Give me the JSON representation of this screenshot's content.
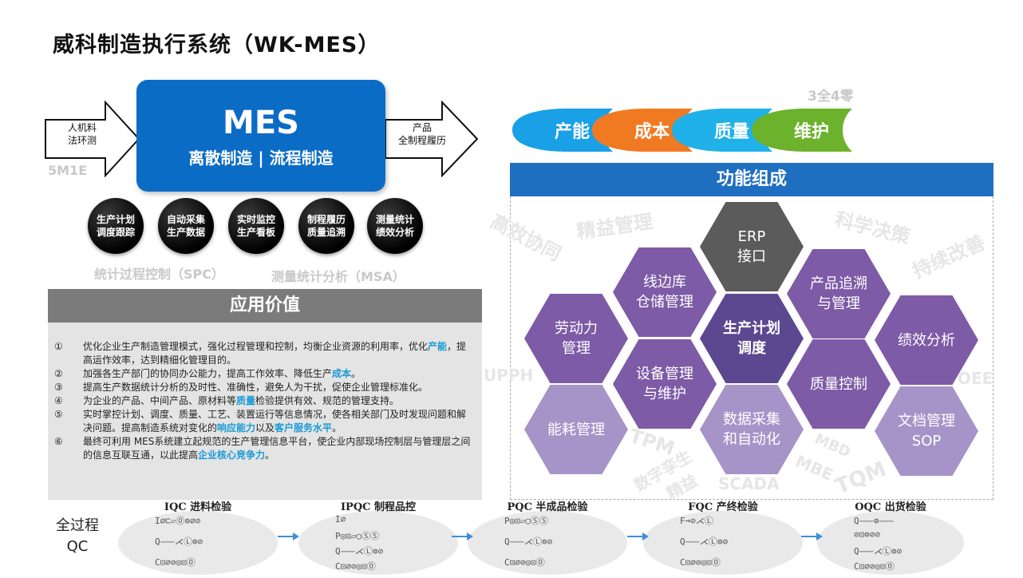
{
  "title": "威科制造执行系统（WK-MES）",
  "mes": {
    "title": "MES",
    "subtitle": "离散制造 | 流程制造",
    "input_arrow": [
      "人机料",
      "法环测"
    ],
    "output_arrow": [
      "产品",
      "全制程履历"
    ],
    "ghost_5m1e": "5M1E"
  },
  "circles": [
    {
      "line1": "生产计划",
      "line2": "调度跟踪"
    },
    {
      "line1": "自动采集",
      "line2": "生产数据"
    },
    {
      "line1": "实时监控",
      "line2": "生产看板"
    },
    {
      "line1": "制程履历",
      "line2": "质量追溯"
    },
    {
      "line1": "测量统计",
      "line2": "绩效分析"
    }
  ],
  "ghost": {
    "spc": "统计过程控制（SPC）",
    "msa": "测量统计分析（MSA）",
    "q3z4": "3全4零"
  },
  "value": {
    "heading": "应用价值",
    "items": [
      {
        "num": "①",
        "parts": [
          "优化企业生产制造管理模式，强化过程管理和控制，均衡企业资源的利用率，优化",
          "产能",
          "，提高运作效率，达到精细化管理目的。"
        ]
      },
      {
        "num": "②",
        "parts": [
          "加强各生产部门的协同办公能力，提高工作效率、降低生产",
          "成本",
          "。"
        ]
      },
      {
        "num": "③",
        "parts": [
          "提高生产数据统计分析的及时性、准确性，避免人为干扰，促使企业管理标准化。"
        ]
      },
      {
        "num": "④",
        "parts": [
          "为企业的产品、中间产品、原材料等",
          "质量",
          "检验提供有效、规范的管理支持。"
        ]
      },
      {
        "num": "⑤",
        "parts": [
          "实时掌控计划、调度、质量、工艺、装置运行等信息情况，使各相关部门及时发现问题和解决问题。提高制造系统对变化的",
          "响应能力",
          "以及",
          "客户服务水平",
          "。"
        ]
      },
      {
        "num": "⑥",
        "parts": [
          "最终可利用 MES系统建立起规范的生产管理信息平台，使企业内部现场控制层与管理层之间的信息互联互通，以此提高",
          "企业核心竞争力",
          "。"
        ]
      }
    ]
  },
  "tags": [
    {
      "label": "产能",
      "color": "#1aa0e6"
    },
    {
      "label": "成本",
      "color": "#f07a22"
    },
    {
      "label": "质量",
      "color": "#1fb1e8"
    },
    {
      "label": "维护",
      "color": "#6cb22c"
    }
  ],
  "functions": {
    "heading": "功能组成",
    "hexes": [
      {
        "text": [
          "ERP",
          "接口"
        ],
        "color": "#5b5b5b"
      },
      {
        "text": [
          "线边库",
          "仓储管理"
        ],
        "color": "#7d5ba6"
      },
      {
        "text": [
          "产品追溯",
          "与管理"
        ],
        "color": "#7d5ba6"
      },
      {
        "text": [
          "劳动力",
          "管理"
        ],
        "color": "#7d5ba6"
      },
      {
        "text": [
          "生产计划",
          "调度"
        ],
        "color": "#5b4890"
      },
      {
        "text": [
          "绩效分析"
        ],
        "color": "#7d5ba6"
      },
      {
        "text": [
          "设备管理",
          "与维护"
        ],
        "color": "#7d5ba6"
      },
      {
        "text": [
          "质量控制"
        ],
        "color": "#7d5ba6"
      },
      {
        "text": [
          "能耗管理"
        ],
        "color": "#a694c8"
      },
      {
        "text": [
          "数据采集",
          "和自动化"
        ],
        "color": "#a694c8"
      },
      {
        "text": [
          "文档管理",
          "SOP"
        ],
        "color": "#a694c8"
      }
    ],
    "watermarks": [
      "高效协同",
      "精益管理",
      "科学决策",
      "持续改善",
      "UPPH",
      "OEE",
      "TPM",
      "数字孪生",
      "精益",
      "SCADA",
      "MBD",
      "MBE",
      "TQM"
    ]
  },
  "qc": {
    "label": [
      "全过程",
      "QC"
    ],
    "steps": [
      {
        "title": "IQC 进料检验",
        "lines": [
          "I∅⊏▱⓪⊜∅⊘",
          "Q⸺⋌Ⓛ⊜⊘",
          "C⊡∅⊘◎⊡⓪"
        ]
      },
      {
        "title": "IPQC 制程品控",
        "lines": [
          "I∅",
          "P◎⊡▱◯ⓈⓈ",
          "Q⸺⋌Ⓛ⊜⊘",
          "C⊡∅⊘◎⊡⓪"
        ]
      },
      {
        "title": "PQC 半成品检验",
        "lines": [
          "P◎⊡▱◯ⓈⓈ",
          "Q⸺⋌Ⓛ⊜⊘",
          "C⊡∅⊘◎⊡⓪"
        ]
      },
      {
        "title": "FQC 产终检验",
        "lines": [
          "F⊸⊘⋌Ⓛ",
          "Q⸺⋌Ⓛ⊜⊘",
          "C⊡∅⊘◎⊡⓪"
        ]
      },
      {
        "title": "OQC 出货检验",
        "lines": [
          "Q⸺⊜⸺",
          "⊘⊡⊜⊘⊘",
          "Q⸺⋌Ⓛ⊜⊘",
          "C⊡∅⊘◎⊡⓪"
        ]
      }
    ]
  }
}
